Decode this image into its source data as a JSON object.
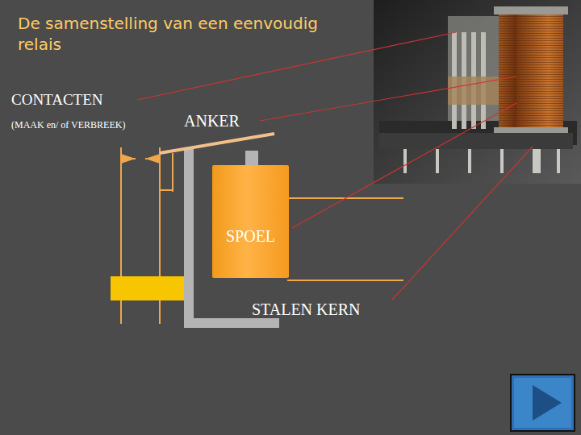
{
  "diagram": {
    "title": "De samenstelling van een eenvoudig relais",
    "nodes": [
      {
        "text": [
          "SPOEL"
        ]
      }
    ],
    "labels": [
      "CONTACTEN",
      "(MAAK en/ of VERBREEK)",
      "ANKER",
      "STALEN KERN"
    ]
  }
}
